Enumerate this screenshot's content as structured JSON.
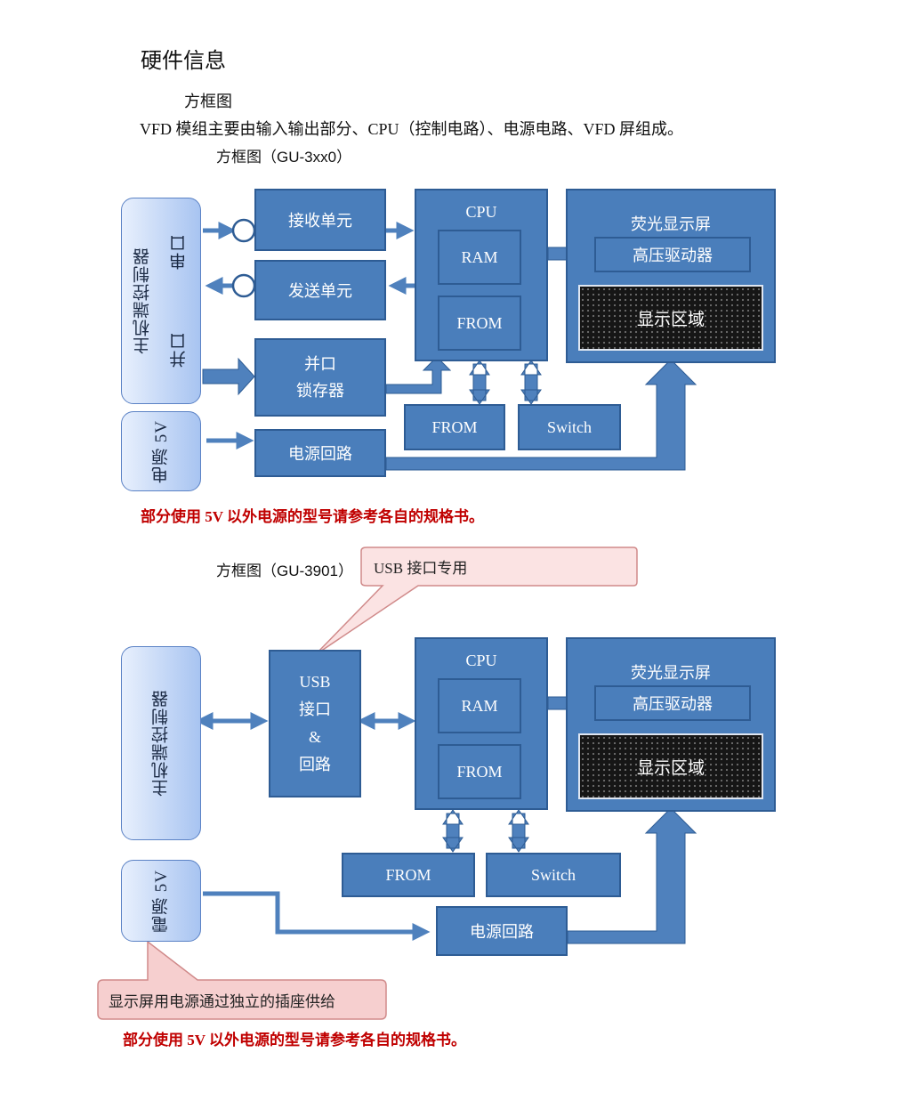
{
  "page": {
    "heading": "硬件信息",
    "subheading": "方框图",
    "intro": "VFD 模组主要由输入输出部分、CPU（控制电路）、电源电路、VFD 屏组成。"
  },
  "diagram1": {
    "caption": "方框图（GU-3xx0）",
    "host": {
      "label": "主机端控制器",
      "serial": "串口",
      "parallel": "并口"
    },
    "power_in": "电源 5V",
    "receive": "接收单元",
    "send": "发送单元",
    "latch_line1": "并口",
    "latch_line2": "锁存器",
    "power_circuit": "电源回路",
    "cpu": "CPU",
    "ram": "RAM",
    "from_inner": "FROM",
    "from_ext": "FROM",
    "switch": "Switch",
    "display": "荧光显示屏",
    "hv_driver": "高压驱动器",
    "display_area": "显示区域",
    "note": "部分使用 5V 以外电源的型号请参考各自的规格书。"
  },
  "diagram2": {
    "caption": "方框图（GU-3901）",
    "callout_usb": "USB  接口专用",
    "host": {
      "label": "主机端控制器"
    },
    "usb_line1": "USB",
    "usb_line2": "接口",
    "usb_line3": "&",
    "usb_line4": "回路",
    "power_in": "電源 5V",
    "power_circuit": "电源回路",
    "cpu": "CPU",
    "ram": "RAM",
    "from_inner": "FROM",
    "from_ext": "FROM",
    "switch": "Switch",
    "display": "荧光显示屏",
    "hv_driver": "高压驱动器",
    "display_area": "显示区域",
    "callout_power": "显示屏用电源通过独立的插座供给",
    "note": "部分使用 5V 以外电源的型号请参考各自的规格书。"
  },
  "colors": {
    "block": "#4a7ebb",
    "block_border": "#2e5c94",
    "note": "#c00000",
    "callout": "#f9d9d9"
  }
}
